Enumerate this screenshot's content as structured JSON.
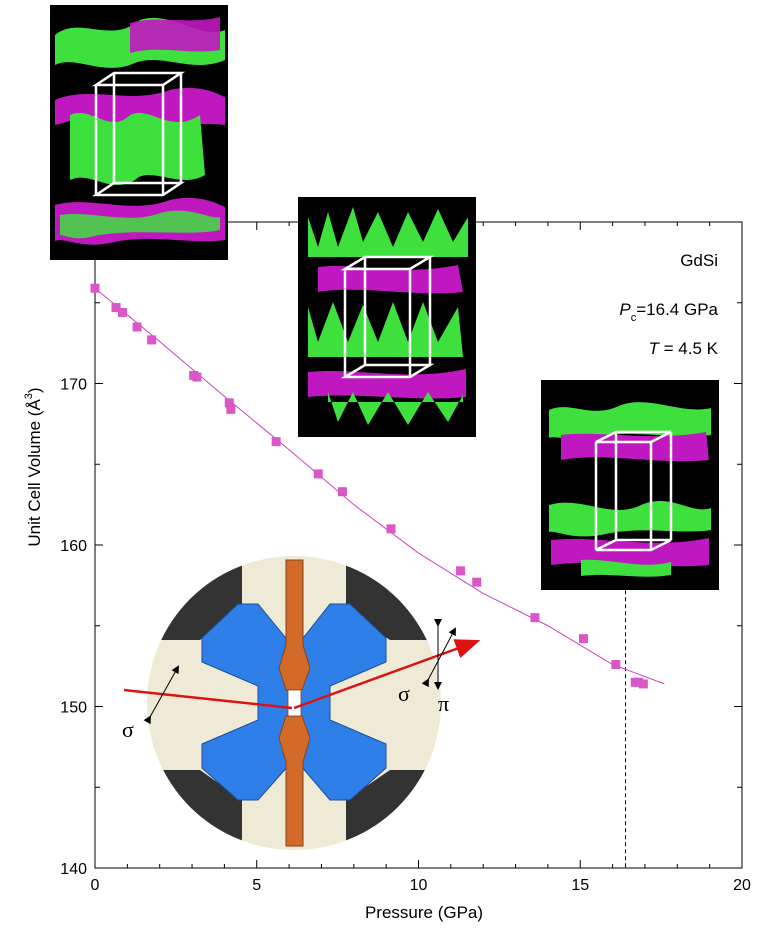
{
  "chart_data": {
    "type": "scatter",
    "title": "",
    "xlabel": "Pressure (GPa)",
    "ylabel": "Unit Cell Volume (Å3)",
    "ylabel_main": "Unit Cell Volume (Å",
    "ylabel_sup": "3",
    "ylabel_close": ")",
    "xlim": [
      0,
      20
    ],
    "ylim": [
      140,
      180
    ],
    "xticks": [
      0,
      5,
      10,
      15,
      20
    ],
    "yticks": [
      140,
      150,
      160,
      170
    ],
    "grid": false,
    "marker_color": "#d957c7",
    "line_color": "#cc44bb",
    "series": [
      {
        "x": [
          0.0,
          0.65,
          0.85,
          1.3,
          1.75,
          3.05,
          3.15,
          4.15,
          4.2,
          5.6,
          6.9,
          7.65,
          9.15,
          11.3,
          11.8,
          13.6,
          15.1,
          16.1,
          16.7,
          16.8,
          16.95
        ],
        "y": [
          175.9,
          174.7,
          174.4,
          173.5,
          172.7,
          170.5,
          170.4,
          168.8,
          168.4,
          166.4,
          164.4,
          163.3,
          161.0,
          158.4,
          157.7,
          155.5,
          154.2,
          152.6,
          151.5,
          151.5,
          151.4
        ]
      }
    ],
    "fit_line": {
      "x": [
        0.0,
        2.0,
        4.0,
        6.0,
        8.0,
        10.0,
        12.0,
        14.0,
        16.0
      ],
      "y": [
        175.9,
        172.6,
        169.2,
        165.9,
        162.5,
        159.5,
        157.0,
        155.0,
        152.6
      ]
    },
    "transition_x": 16.4,
    "annotations": {
      "material": "GdSi",
      "pc_symbol": "P",
      "pc_sub": "c",
      "pc_value": "=16.4 GPa",
      "t_symbol": "T",
      "t_value": " = 4.5 K"
    }
  },
  "insets": {
    "anvil": {
      "sigma_in": "σ",
      "sigma_out": "σ",
      "pi_out": "π",
      "colors": {
        "disk": "#efead6",
        "gasket": "#333333",
        "anvil": "#2f7fe8",
        "sample": "#d26b2a",
        "beam": "#dd1111"
      }
    },
    "structure_colors": {
      "green": "#3ee03e",
      "magenta": "#c018c0",
      "cell": "#ffffff"
    }
  }
}
